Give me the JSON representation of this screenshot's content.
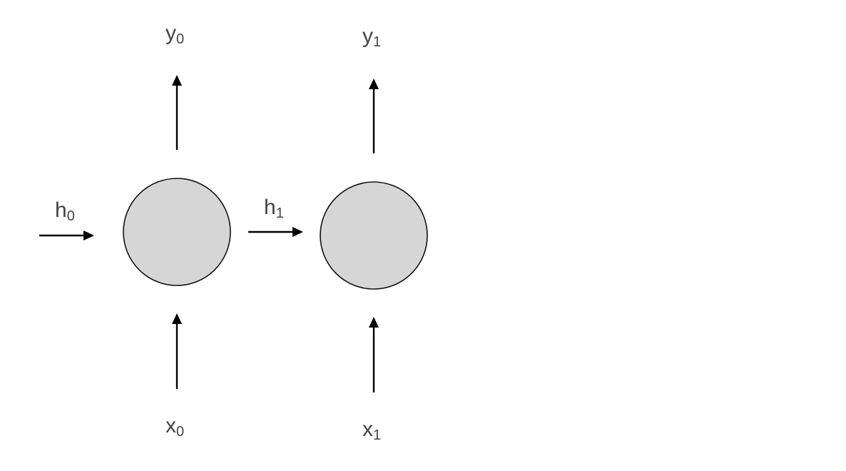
{
  "colors": {
    "background": "#ffffff",
    "node_fill": "#d6d6d6",
    "node_stroke": "#111111",
    "arrow": "#000000",
    "label_text": "#444444"
  },
  "cells": [
    {
      "output": {
        "main": "y",
        "sub": "0"
      },
      "input": {
        "main": "x",
        "sub": "0"
      }
    },
    {
      "output": {
        "main": "y",
        "sub": "1"
      },
      "input": {
        "main": "x",
        "sub": "1"
      }
    }
  ],
  "hidden_states": [
    {
      "main": "h",
      "sub": "0"
    },
    {
      "main": "h",
      "sub": "1"
    }
  ]
}
